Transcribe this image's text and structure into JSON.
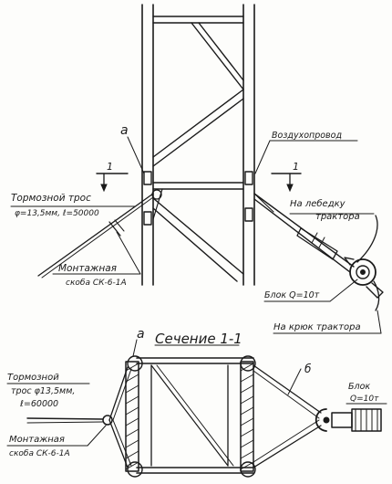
{
  "labels": {
    "a_top": "a",
    "a_bottom": "a",
    "section_mark_left": "1",
    "section_mark_right": "1",
    "air_line": "Воздухопровод",
    "brake_rope_title": "Тормозной трос",
    "brake_rope_spec": "φ=13,5мм, ℓ=50000",
    "mount_bracket_line1": "Монтажная",
    "mount_bracket_line2": "скоба СК-6-1А",
    "winch_line1": "На лебедку",
    "winch_line2": "трактора",
    "block_top": "Блок  Q=10т",
    "tractor_hook": "На крюк трактора",
    "section_title": "Сечение 1-1",
    "b_label": "б",
    "block_bottom_line1": "Блок",
    "block_bottom_line2": "Q=10т",
    "brake_rope_bottom_line1": "Тормозной",
    "brake_rope_bottom_line2": "трос φ13,5мм,",
    "brake_rope_bottom_line3": "ℓ=60000",
    "mount_bracket_bottom_line1": "Монтажная",
    "mount_bracket_bottom_line2": "скоба СК-6-1А"
  },
  "colors": {
    "ink": "#1a1a1a",
    "paper": "#fdfdfb"
  }
}
